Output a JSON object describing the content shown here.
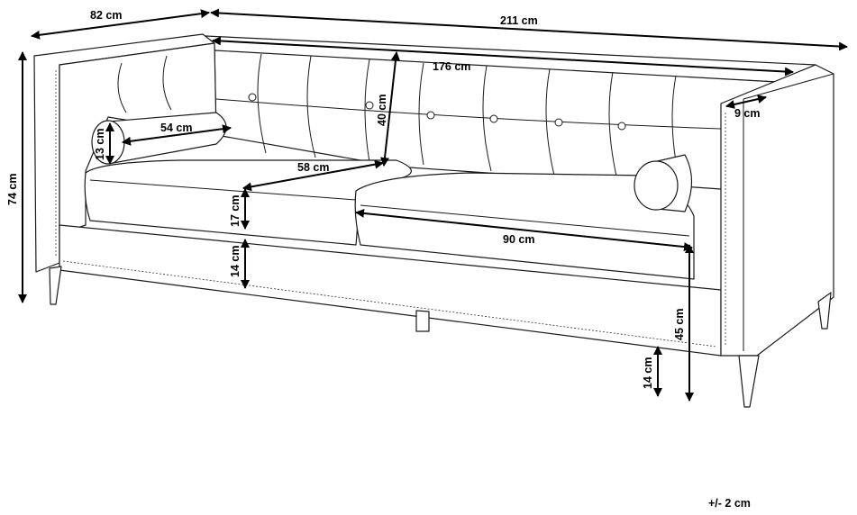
{
  "title": "Sofa dimensions diagram",
  "dimensions": {
    "depth": "82 cm",
    "width": "211 cm",
    "inner_width": "176 cm",
    "height": "74 cm",
    "arm_width": "9 cm",
    "bolster_length": "54 cm",
    "bolster_diameter": "13 cm",
    "backrest_height": "40 cm",
    "seat_depth": "58 cm",
    "cushion_thickness": "17 cm",
    "cushion_width": "90 cm",
    "base_height": "14 cm",
    "seat_height": "45 cm",
    "leg_height": "14 cm"
  },
  "tolerance": "+/- 2 cm"
}
